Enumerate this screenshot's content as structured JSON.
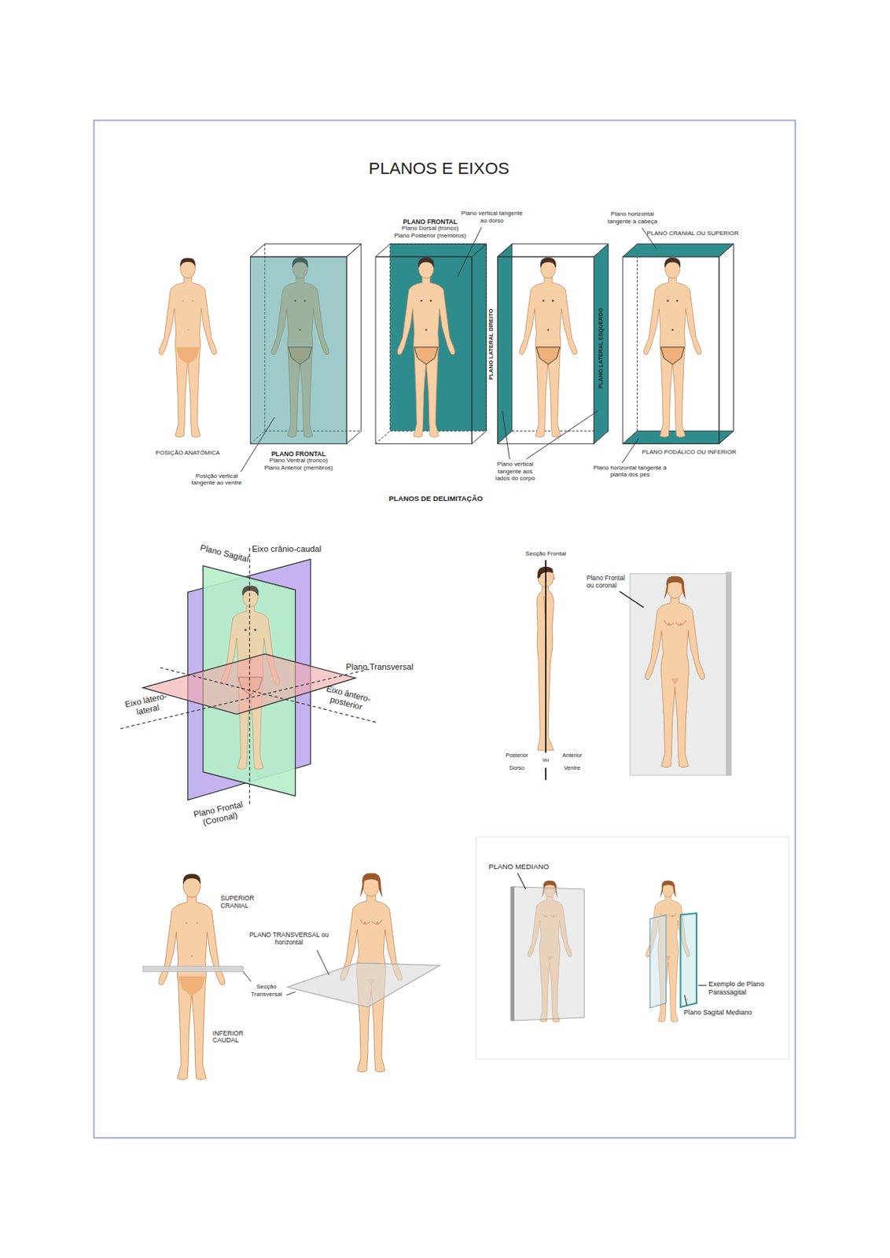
{
  "diagram": {
    "title": "PLANOS E EIXOS",
    "labels": [
      "PLANO FRONTAL",
      "Plano Dorsal (tronco)",
      "Plano Posterior (membros)",
      "Plano vertical tangente ao dorso",
      "Plano horizontal tangente à cabeça",
      "PLANO CRANIAL OU SUPERIOR",
      "PLANO LATERAL DIREITO",
      "PLANO LATERAL ESQUERDO",
      "POSIÇÃO ANATÔMICA",
      "PLANO FRONTAL",
      "Plano Ventral (tronco)",
      "Plano Anterior (membros)",
      "PLANO PODÁLICO OU INFERIOR",
      "Plano vertical tangente aos lados do corpo",
      "Posição vertical tangente ao ventre",
      "Plano horizontal tangente à planta dos pés",
      "PLANOS DE DELIMITAÇÃO",
      "Eixo crânio-caudal",
      "Plano Sagital",
      "Secção Frontal",
      "Plano Frontal ou coronal",
      "Plano Transversal",
      "Eixo látero-lateral",
      "Eixo ântero-posterior",
      "Posterior",
      "ou",
      "Anterior",
      "Dorso",
      "Ventre",
      "Plano Frontal (Coronal)",
      "PLANO MEDIANO",
      "SUPERIOR CRANIAL",
      "PLANO TRANSVERSAL ou horizontal",
      "Secção Transversal",
      "Exemplo de Plano Parassagital",
      "Plano Sagital Mediano",
      "INFERIOR CAUDAL"
    ]
  }
}
